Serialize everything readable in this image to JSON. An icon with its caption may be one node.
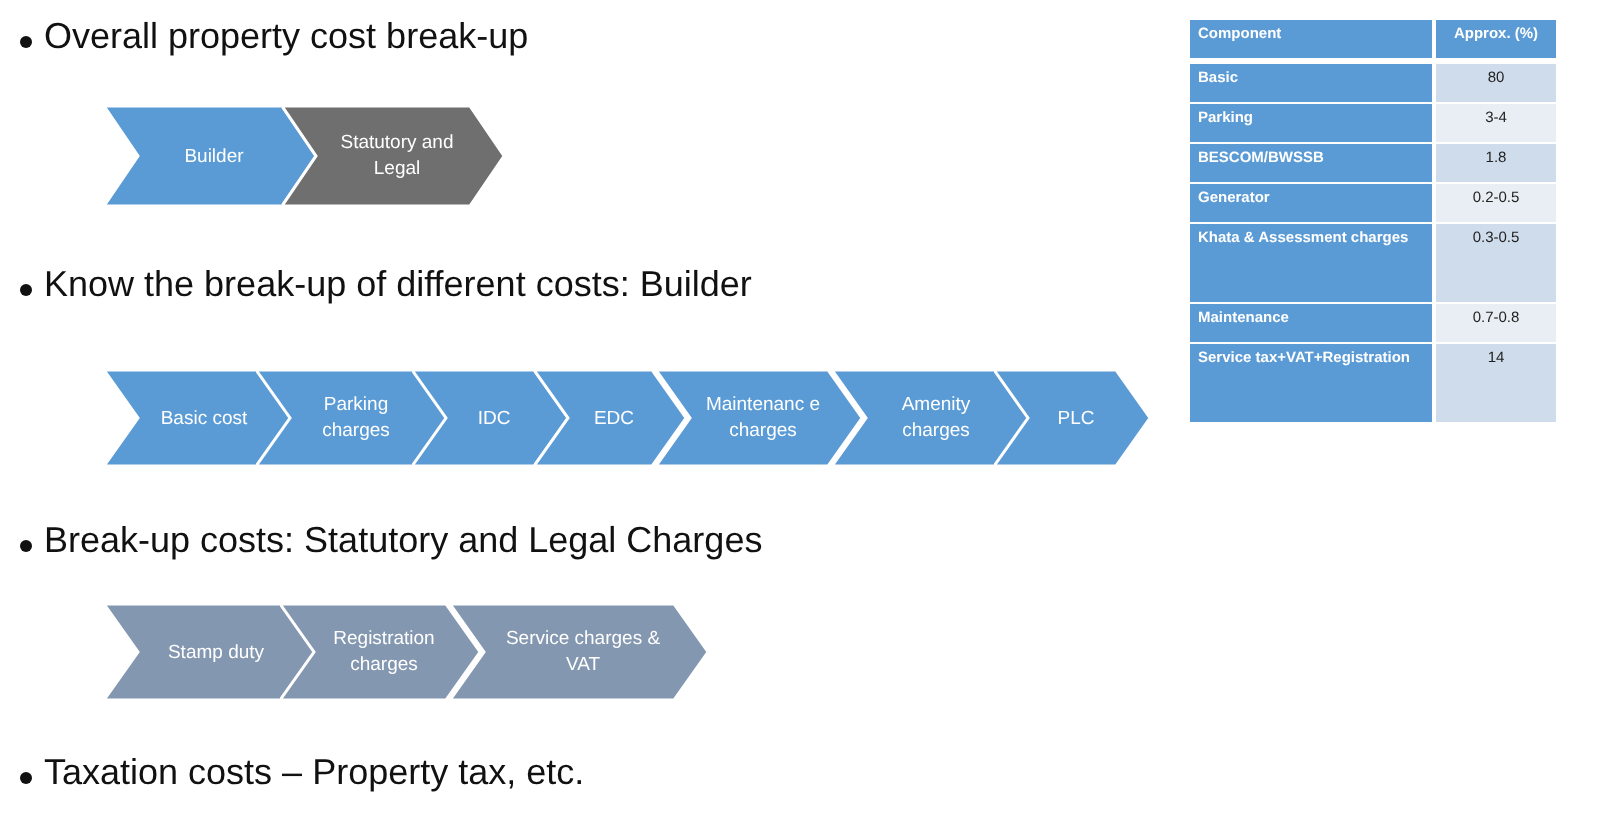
{
  "diagram": {
    "nodes": [
      {
        "text": [
          "Builder"
        ]
      },
      {
        "text": [
          "Statutory and Legal"
        ]
      },
      {
        "text": [
          "Basic cost"
        ]
      },
      {
        "text": [
          "Parking charges"
        ]
      },
      {
        "text": [
          "IDC"
        ]
      },
      {
        "text": [
          "EDC"
        ]
      },
      {
        "text": [
          "Maintenanc e charges"
        ]
      },
      {
        "text": [
          "Amenity charges"
        ]
      },
      {
        "text": [
          "PLC"
        ]
      },
      {
        "text": [
          "Stamp duty"
        ]
      },
      {
        "text": [
          "Registration charges"
        ]
      },
      {
        "text": [
          "Service charges & VAT"
        ]
      }
    ],
    "edges": [],
    "labels": [
      "Overall property cost break-up",
      "Component",
      "Approx. (%)",
      "Basic",
      "80",
      "Parking",
      "3-4",
      "BESCOM/BWSSB",
      "1.8",
      "Generator",
      "0.2-0.5",
      "Khata & Assessment charges",
      "0.3-0.5",
      "Know the break-up of different costs: Builder",
      "Maintenance",
      "0.7-0.8",
      "Service tax+VAT+Registration",
      "14",
      "Break-up costs: Statutory and Legal Charges",
      "Taxation costs – Property tax, etc."
    ]
  }
}
